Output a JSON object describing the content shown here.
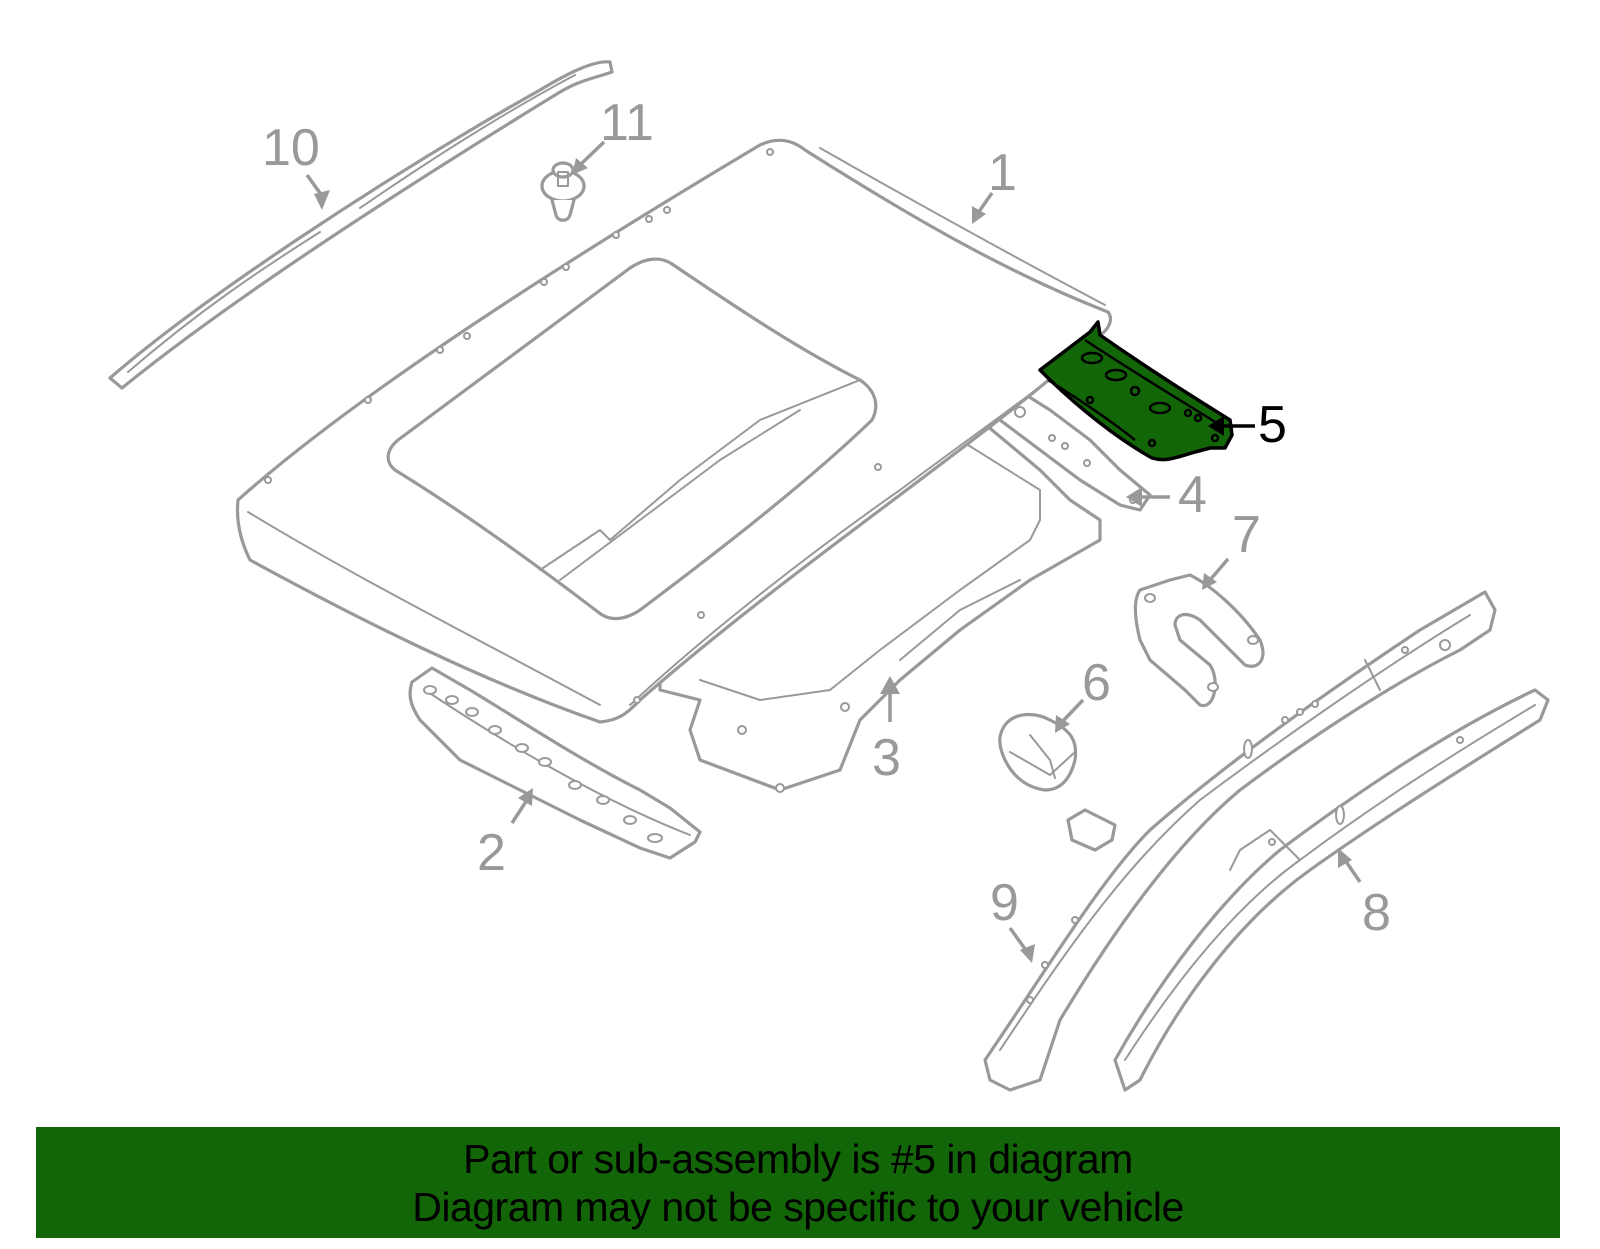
{
  "diagram": {
    "highlight_color": "#136607",
    "line_color": "#999999",
    "highlighted_part": "5",
    "callouts": [
      {
        "id": "1",
        "label": "1",
        "part": "roof-panel"
      },
      {
        "id": "2",
        "label": "2",
        "part": "front-header-rail"
      },
      {
        "id": "3",
        "label": "3",
        "part": "sunroof-reinforcement-frame"
      },
      {
        "id": "4",
        "label": "4",
        "part": "center-roof-bow"
      },
      {
        "id": "5",
        "label": "5",
        "part": "rear-header-panel"
      },
      {
        "id": "6",
        "label": "6",
        "part": "bracket"
      },
      {
        "id": "7",
        "label": "7",
        "part": "u-bracket"
      },
      {
        "id": "8",
        "label": "8",
        "part": "inner-roof-rail"
      },
      {
        "id": "9",
        "label": "9",
        "part": "outer-roof-rail"
      },
      {
        "id": "10",
        "label": "10",
        "part": "roof-molding"
      },
      {
        "id": "11",
        "label": "11",
        "part": "clip"
      }
    ]
  },
  "banner": {
    "line1": "Part or sub-assembly is #5 in diagram",
    "line2": "Diagram may not be specific to your vehicle",
    "background": "#136607"
  }
}
